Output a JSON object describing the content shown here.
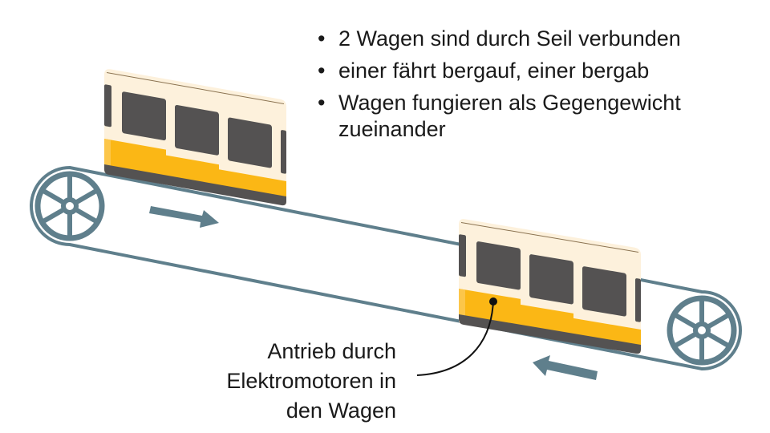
{
  "bullets": [
    "2 Wagen sind durch Seil verbunden",
    "einer fährt bergauf, einer bergab",
    "Wagen fungieren als Gegengewicht zueinander"
  ],
  "callout": {
    "lines": [
      "Antrieb durch",
      "Elektromotoren in",
      "den Wagen"
    ]
  },
  "colors": {
    "belt": "#5f7f8c",
    "wagon_cream": "#fdf1dc",
    "wagon_yellow": "#fbb715",
    "wagon_dark": "#545252"
  }
}
